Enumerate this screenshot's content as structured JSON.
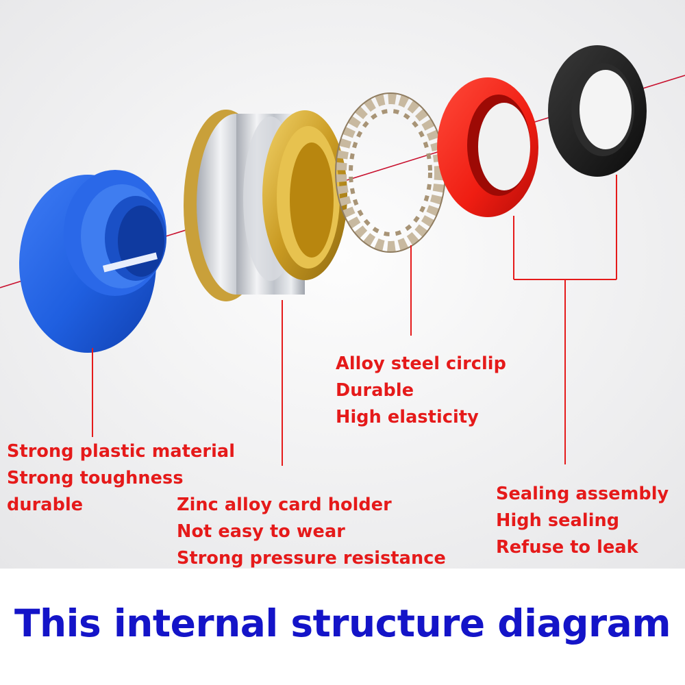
{
  "colors": {
    "label_red": "#e51a1a",
    "caption_blue": "#1414c8",
    "axis_line": "#c8102e",
    "blue_part": "#1f5fe0",
    "red_part": "#f01e12",
    "black_part": "#1a1a1a",
    "brass": "#d4a72c",
    "zinc": "#c9ccd2"
  },
  "parts": [
    {
      "id": "plastic-sleeve",
      "icon": "blue-plastic-sleeve-icon"
    },
    {
      "id": "card-holder",
      "icon": "zinc-brass-card-holder-icon"
    },
    {
      "id": "circlip",
      "icon": "toothed-circlip-icon"
    },
    {
      "id": "red-seal",
      "icon": "red-seal-ring-icon"
    },
    {
      "id": "black-seal",
      "icon": "black-seal-ring-icon"
    }
  ],
  "labels": {
    "plastic": [
      "Strong plastic material",
      "Strong toughness",
      "durable"
    ],
    "zinc": [
      "Zinc alloy card holder",
      "Not easy to wear",
      "Strong pressure resistance"
    ],
    "circlip": [
      "Alloy steel circlip",
      "Durable",
      "High elasticity"
    ],
    "sealing": [
      "Sealing assembly",
      "High sealing",
      "Refuse to leak"
    ]
  },
  "caption": "This internal structure diagram"
}
